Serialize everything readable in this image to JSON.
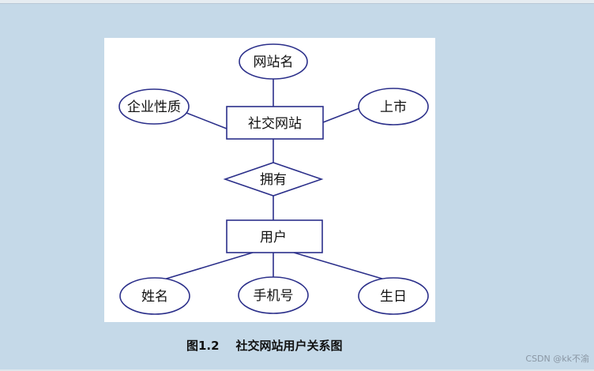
{
  "diagram": {
    "entities": {
      "site": "社交网站",
      "user": "用户"
    },
    "relationship": "拥有",
    "site_attributes": {
      "name": "网站名",
      "nature": "企业性质",
      "listed": "上市"
    },
    "user_attributes": {
      "name": "姓名",
      "phone": "手机号",
      "birthday": "生日"
    }
  },
  "caption": "图1.2    社交网站用户关系图",
  "watermark": "CSDN @kk不渝",
  "colors": {
    "background": "#c5d9e8",
    "stroke": "#2b2f8a",
    "figure": "#ffffff"
  }
}
